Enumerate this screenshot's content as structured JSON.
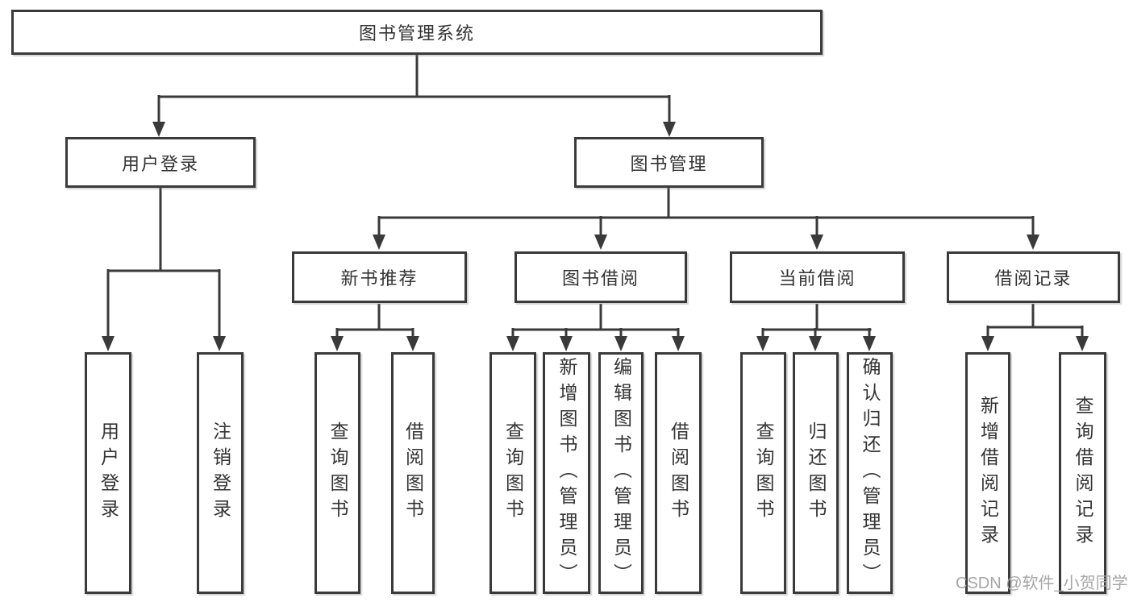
{
  "diagram": {
    "watermark": "CSDN @软件_小贺同学",
    "colors": {
      "line": "#3a3a3a",
      "box_border": "#3a3a3a",
      "text": "#333333",
      "watermark": "#a6a6a6",
      "background": "#ffffff"
    },
    "tree": {
      "label": "图书管理系统",
      "children": [
        {
          "label": "用户登录",
          "children": [
            {
              "label": "用户登录"
            },
            {
              "label": "注销登录"
            }
          ]
        },
        {
          "label": "图书管理",
          "children": [
            {
              "label": "新书推荐",
              "children": [
                {
                  "label": "查询图书"
                },
                {
                  "label": "借阅图书"
                }
              ]
            },
            {
              "label": "图书借阅",
              "children": [
                {
                  "label": "查询图书"
                },
                {
                  "label": "新增图书（管理员）"
                },
                {
                  "label": "编辑图书（管理员）"
                },
                {
                  "label": "借阅图书"
                }
              ]
            },
            {
              "label": "当前借阅",
              "children": [
                {
                  "label": "查询图书"
                },
                {
                  "label": "归还图书"
                },
                {
                  "label": "确认归还（管理员）"
                }
              ]
            },
            {
              "label": "借阅记录",
              "children": [
                {
                  "label": "新增借阅记录"
                },
                {
                  "label": "查询借阅记录"
                }
              ]
            }
          ]
        }
      ]
    }
  }
}
